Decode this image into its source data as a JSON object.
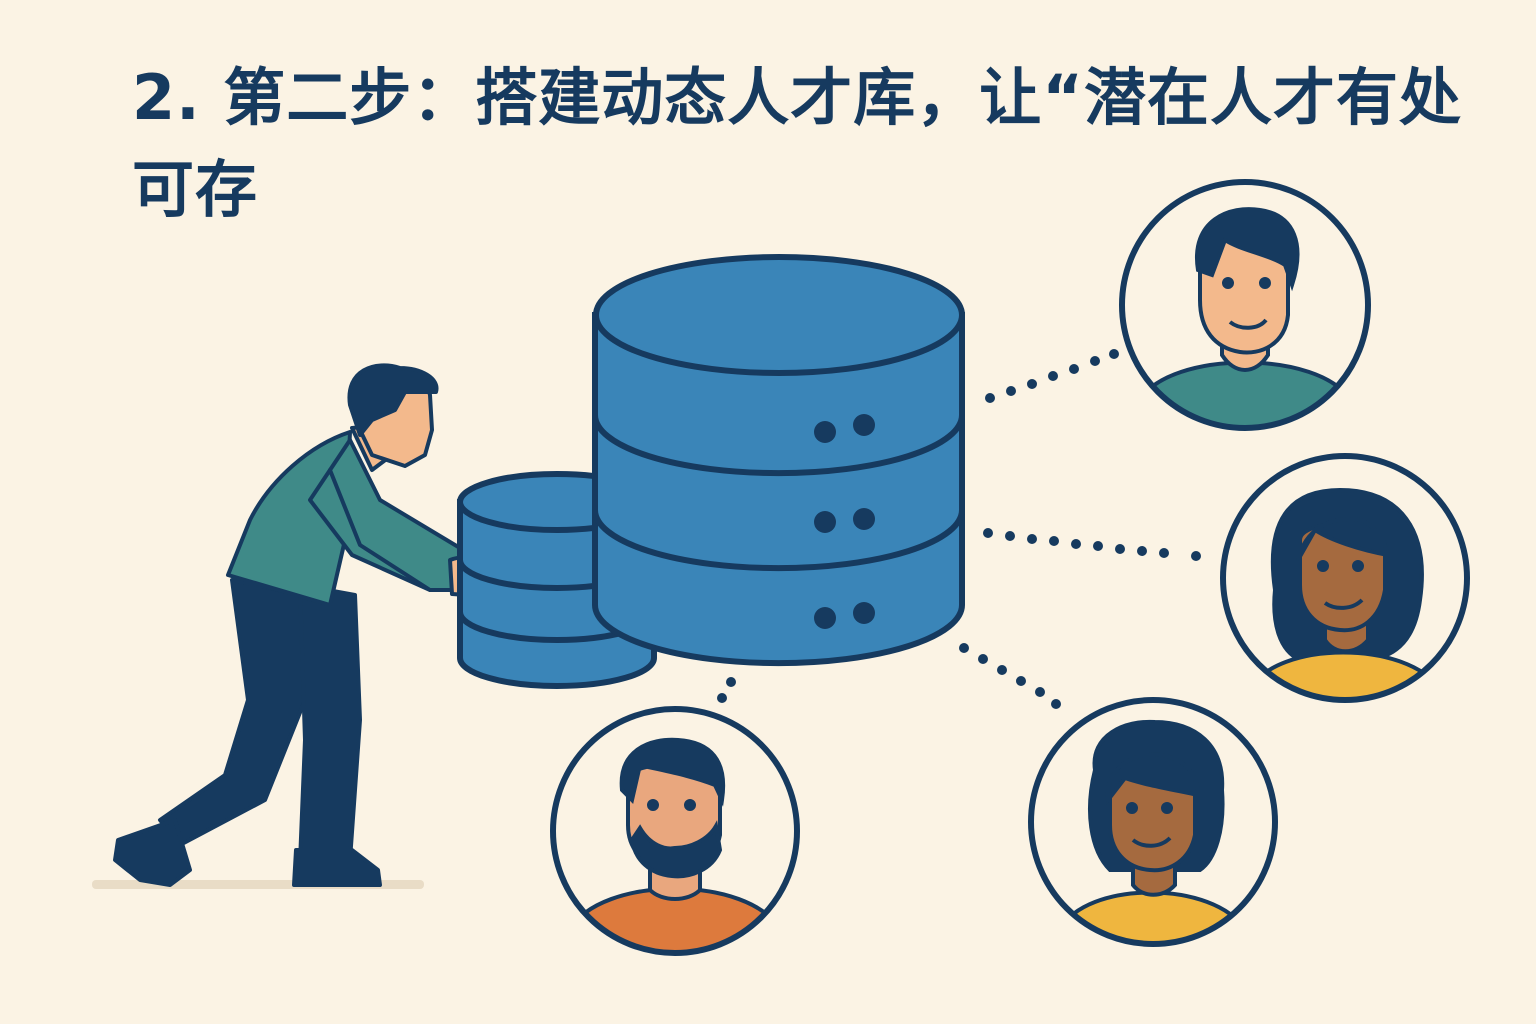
{
  "title": "2. 第二步：搭建动态人才库，让“潜在人才有处可存",
  "colors": {
    "background": "#fbf3e4",
    "navy": "#163a5f",
    "database_blue": "#3a85b8",
    "teal_shirt": "#3f8a88",
    "orange_shirt": "#dd7a3d",
    "yellow_shirt": "#efb63f"
  },
  "illustration": {
    "worker": "person-pushing-database",
    "small_database": "small-database-icon",
    "main_database": "large-database-server-icon",
    "candidates": [
      {
        "id": "candidate-top-right",
        "hair": "short",
        "shirt": "teal"
      },
      {
        "id": "candidate-middle-right",
        "hair": "long",
        "shirt": "yellow"
      },
      {
        "id": "candidate-bottom-right",
        "hair": "curly",
        "shirt": "yellow"
      },
      {
        "id": "candidate-bottom-left",
        "hair": "bearded",
        "shirt": "orange"
      }
    ]
  }
}
